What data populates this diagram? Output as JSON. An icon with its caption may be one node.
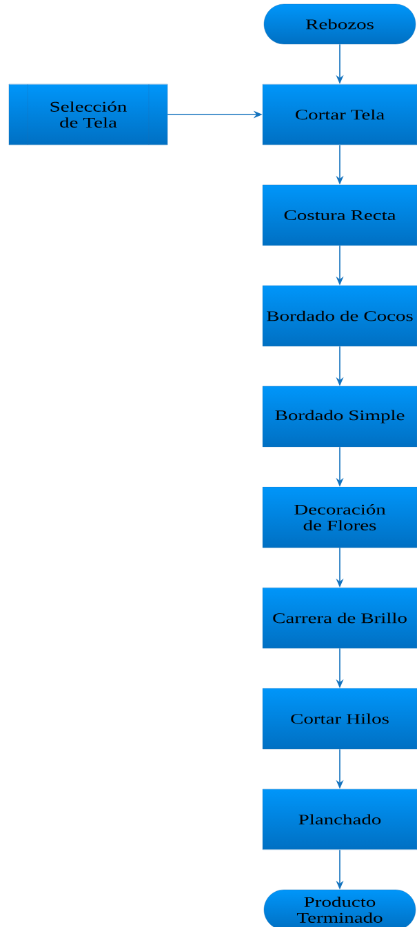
{
  "diagram": {
    "nodes": [
      {
        "text": [
          "Rebozos"
        ]
      },
      {
        "text": [
          "Selección de Tela"
        ]
      },
      {
        "text": [
          "Cortar Tela"
        ]
      },
      {
        "text": [
          "Costura Recta"
        ]
      },
      {
        "text": [
          "Bordado de Cocos"
        ]
      },
      {
        "text": [
          "Bordado Simple"
        ]
      },
      {
        "text": [
          "Decoración de Flores"
        ]
      },
      {
        "text": [
          "Carrera de Brillo"
        ]
      },
      {
        "text": [
          "Cortar Hilos"
        ]
      },
      {
        "text": [
          "Planchado"
        ]
      },
      {
        "text": [
          "Producto Terminado"
        ]
      }
    ],
    "edges": [
      {
        "from": 0,
        "to": 2,
        "arrow": "to"
      },
      {
        "from": 1,
        "to": 2,
        "arrow": "to"
      },
      {
        "from": 2,
        "to": 3,
        "arrow": "to"
      },
      {
        "from": 3,
        "to": 4,
        "arrow": "to"
      },
      {
        "from": 4,
        "to": 5,
        "arrow": "to"
      },
      {
        "from": 5,
        "to": 6,
        "arrow": "to"
      },
      {
        "from": 6,
        "to": 7,
        "arrow": "to"
      },
      {
        "from": 7,
        "to": 8,
        "arrow": "to"
      },
      {
        "from": 8,
        "to": 9,
        "arrow": "to"
      },
      {
        "from": 9,
        "to": 10,
        "arrow": "to"
      }
    ]
  }
}
